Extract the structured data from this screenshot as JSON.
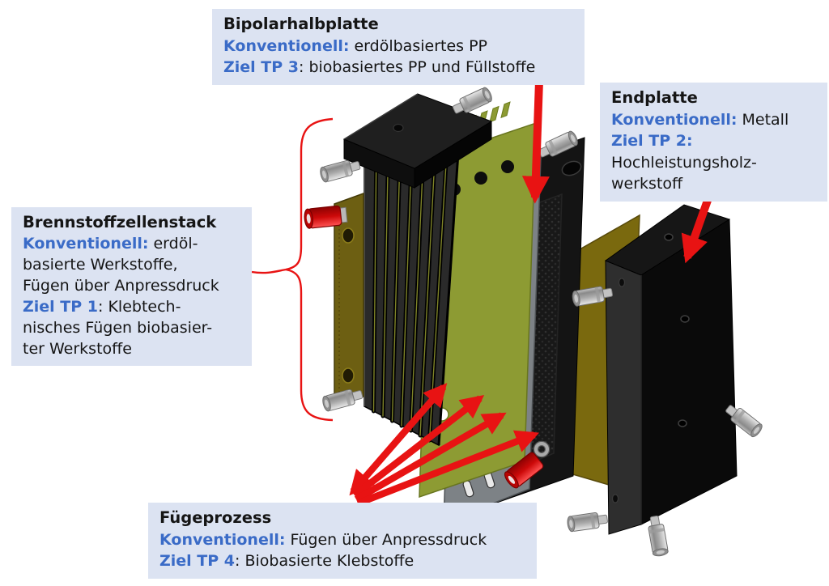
{
  "callouts": {
    "bipolarhalbplatte": {
      "title": "Bipolarhalbplatte",
      "konventionell_label": "Konventionell:",
      "konventionell_text": " erdölbasiertes PP",
      "ziel_label": "Ziel TP 3",
      "ziel_text": ": biobasiertes PP und Füllstoffe"
    },
    "endplatte": {
      "title": "Endplatte",
      "konventionell_label": "Konventionell:",
      "konventionell_text": " Metall",
      "ziel_label": "Ziel TP 2:",
      "ziel_text": "Hochleistungsholz-\nwerkstoff"
    },
    "brennstoffzellenstack": {
      "title": "Brennstoffzellenstack",
      "konventionell_label": "Konventionell:",
      "konventionell_text": " erdöl-\nbasierte Werkstoffe,\nFügen über Anpressdruck",
      "ziel_label": "Ziel TP 1",
      "ziel_text": ": Klebtech-\nnisches Fügen biobasier-\nter Werkstoffe"
    },
    "fuegeprozess": {
      "title": "Fügeprozess",
      "konventionell_label": "Konventionell:",
      "konventionell_text": " Fügen über Anpressdruck",
      "ziel_label": "Ziel TP 4",
      "ziel_text": ": Biobasierte Klebstoffe"
    }
  },
  "colors": {
    "callout_bg": "#dce3f2",
    "label_blue": "#3a6bc7",
    "arrow_red": "#e81313",
    "stack_green": "#8d9b33",
    "gasket_olive_dark": "#6d5f12",
    "plate_yellow": "#7a690e",
    "plate_grey": "#7d8286",
    "plate_black": "#141414",
    "metal_grey": "#b5b5b5"
  }
}
